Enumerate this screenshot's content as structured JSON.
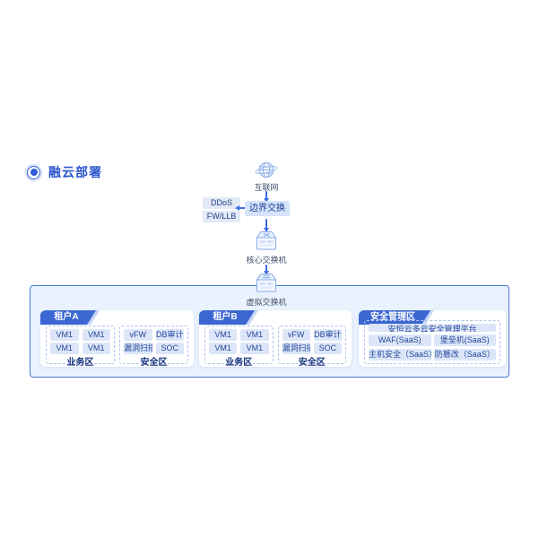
{
  "title": {
    "text": "融云部署"
  },
  "icons": {
    "brand": "target-icon",
    "internet": "globe-icon",
    "core_switch": "switch-icon",
    "virtual_switch": "switch-icon"
  },
  "colors": {
    "accent_blue": "#3A67D2",
    "title_blue": "#2A56CC",
    "arrow_blue": "#3D6CE2",
    "pool_bg": "#EAF2FD",
    "pool_border": "#4C79CE",
    "chip_bg": "#DCE6F8",
    "chip_text": "#24479C",
    "edge_chip_bg": "#D5E4FB",
    "side_chip_bg": "#E3E9F6"
  },
  "flow": {
    "internet_label": "互联网",
    "edge_switch_label": "边界交换",
    "edge_devices": [
      "DDoS",
      "FW/LLB"
    ],
    "core_switch_label": "核心交换机",
    "virtual_switch_label": "虚拟交换机"
  },
  "tenants": [
    {
      "name": "租户A",
      "business_zone": {
        "label": "业务区",
        "vms": [
          "VM1",
          "VM1",
          "VM1",
          "VM1"
        ]
      },
      "security_zone": {
        "label": "安全区",
        "items": [
          "vFW",
          "DB审计",
          "漏洞扫描",
          "SOC"
        ]
      }
    },
    {
      "name": "租户B",
      "business_zone": {
        "label": "业务区",
        "vms": [
          "VM1",
          "VM1",
          "VM1",
          "VM1"
        ]
      },
      "security_zone": {
        "label": "安全区",
        "items": [
          "vFW",
          "DB审计",
          "漏洞扫描",
          "SOC"
        ]
      }
    }
  ],
  "management_zone": {
    "name": "安全管理区",
    "platform": "安恒云多云安全管理平台",
    "services": [
      "WAF(SaaS)",
      "堡垒机(SaaS)",
      "主机安全（SaaS）",
      "防篡改（SaaS）"
    ]
  }
}
